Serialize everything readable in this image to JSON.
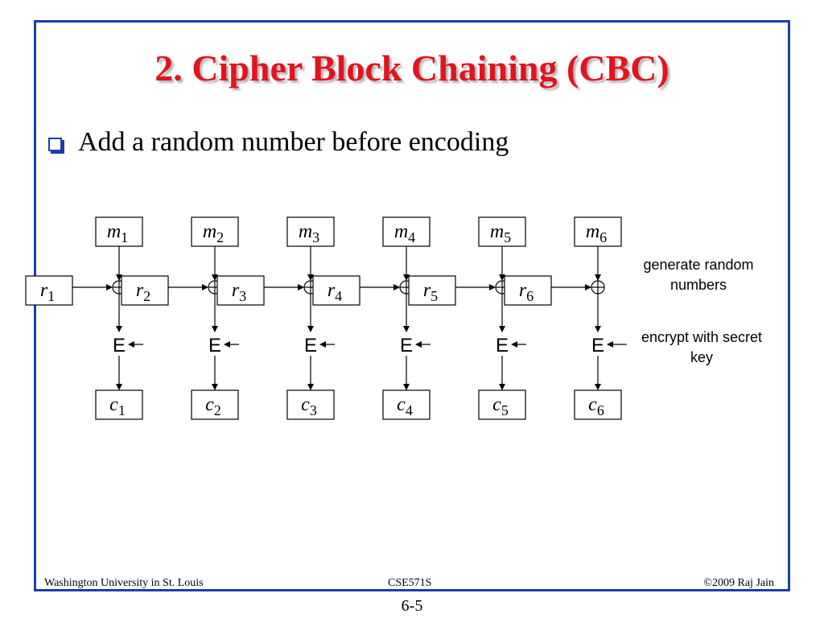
{
  "slide": {
    "title": "2. Cipher Block Chaining (CBC)",
    "bullet": "Add a random number before encoding",
    "footer_left": "Washington University in St. Louis",
    "footer_center": "CSE571S",
    "footer_right": "©2009 Raj Jain",
    "page_number": "6-5",
    "colors": {
      "title": "#e0141e",
      "frame": "#1a3ea8",
      "bullet": "#1a3ea8"
    }
  },
  "diagram": {
    "columns": [
      {
        "m_base": "m",
        "m_sub": "1",
        "r_base": "r",
        "r_sub": "1",
        "c_base": "c",
        "c_sub": "1",
        "enc": "E"
      },
      {
        "m_base": "m",
        "m_sub": "2",
        "r_base": "r",
        "r_sub": "2",
        "c_base": "c",
        "c_sub": "2",
        "enc": "E"
      },
      {
        "m_base": "m",
        "m_sub": "3",
        "r_base": "r",
        "r_sub": "3",
        "c_base": "c",
        "c_sub": "3",
        "enc": "E"
      },
      {
        "m_base": "m",
        "m_sub": "4",
        "r_base": "r",
        "r_sub": "4",
        "c_base": "c",
        "c_sub": "4",
        "enc": "E"
      },
      {
        "m_base": "m",
        "m_sub": "5",
        "r_base": "r",
        "r_sub": "5",
        "c_base": "c",
        "c_sub": "5",
        "enc": "E"
      },
      {
        "m_base": "m",
        "m_sub": "6",
        "r_base": "r",
        "r_sub": "6",
        "c_base": "c",
        "c_sub": "6",
        "enc": "E"
      }
    ],
    "annotation_random": [
      "generate random",
      "numbers"
    ],
    "annotation_encrypt": [
      "encrypt with secret",
      "key"
    ]
  }
}
